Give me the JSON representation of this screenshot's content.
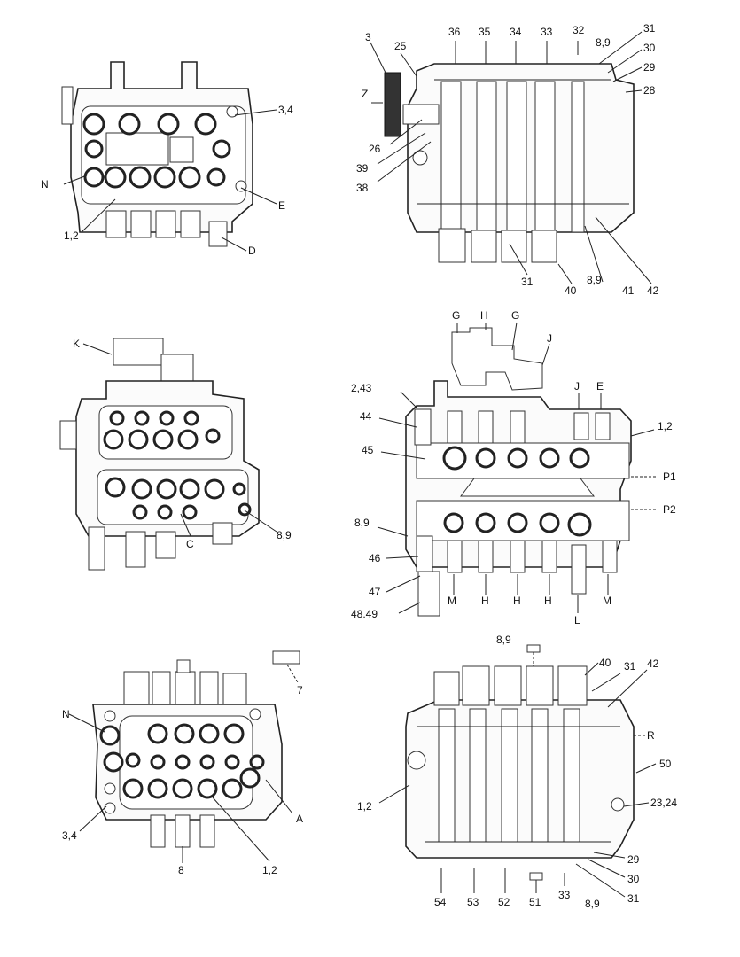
{
  "views": {
    "view1": {
      "labels": [
        "3,4",
        "N",
        "E",
        "1,2",
        "D"
      ]
    },
    "view2": {
      "labels": [
        "3",
        "25",
        "36",
        "35",
        "34",
        "33",
        "32",
        "8,9",
        "31",
        "30",
        "29",
        "28",
        "Z",
        "26",
        "39",
        "38",
        "31",
        "40",
        "8,9",
        "41",
        "42"
      ]
    },
    "view3": {
      "labels": [
        "K",
        "8,9",
        "C"
      ]
    },
    "view4": {
      "labels": [
        "G",
        "H",
        "G",
        "J",
        "2,43",
        "J",
        "E",
        "1,2",
        "44",
        "45",
        "P1",
        "P2",
        "8,9",
        "46",
        "47",
        "48.49",
        "M",
        "H",
        "H",
        "H",
        "L",
        "M"
      ]
    },
    "view5": {
      "labels": [
        "7",
        "N",
        "3,4",
        "A",
        "8",
        "1,2"
      ]
    },
    "view6": {
      "labels": [
        "8,9",
        "40",
        "31",
        "42",
        "R",
        "50",
        "1,2",
        "23,24",
        "29",
        "30",
        "31",
        "54",
        "53",
        "52",
        "51",
        "33",
        "8,9"
      ]
    }
  }
}
